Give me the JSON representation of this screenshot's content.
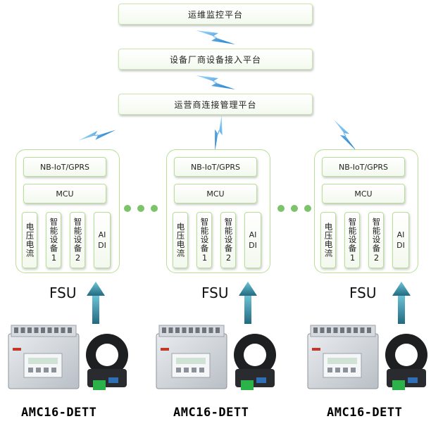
{
  "platforms": [
    {
      "label": "运维监控平台"
    },
    {
      "label": "设备厂商设备接入平台"
    },
    {
      "label": "运营商连接管理平台"
    }
  ],
  "units": [
    {
      "comm": "NB-IoT/GPRS",
      "mcu": "MCU",
      "cells": [
        "电压电流",
        "智能设备1",
        "智能设备2"
      ],
      "ai": "AI",
      "di": "DI",
      "label": "FSU",
      "product": "AMC16-DETT"
    },
    {
      "comm": "NB-IoT/GPRS",
      "mcu": "MCU",
      "cells": [
        "电压电流",
        "智能设备1",
        "智能设备2"
      ],
      "ai": "AI",
      "di": "DI",
      "label": "FSU",
      "product": "AMC16-DETT"
    },
    {
      "comm": "NB-IoT/GPRS",
      "mcu": "MCU",
      "cells": [
        "电压电流",
        "智能设备1",
        "智能设备2"
      ],
      "ai": "AI",
      "di": "DI",
      "label": "FSU",
      "product": "AMC16-DETT"
    }
  ],
  "colors": {
    "box_border": "#b7df95",
    "lightning": "#2a8fd6",
    "arrow": "#2f7f92",
    "dots": "#7cc36b"
  }
}
